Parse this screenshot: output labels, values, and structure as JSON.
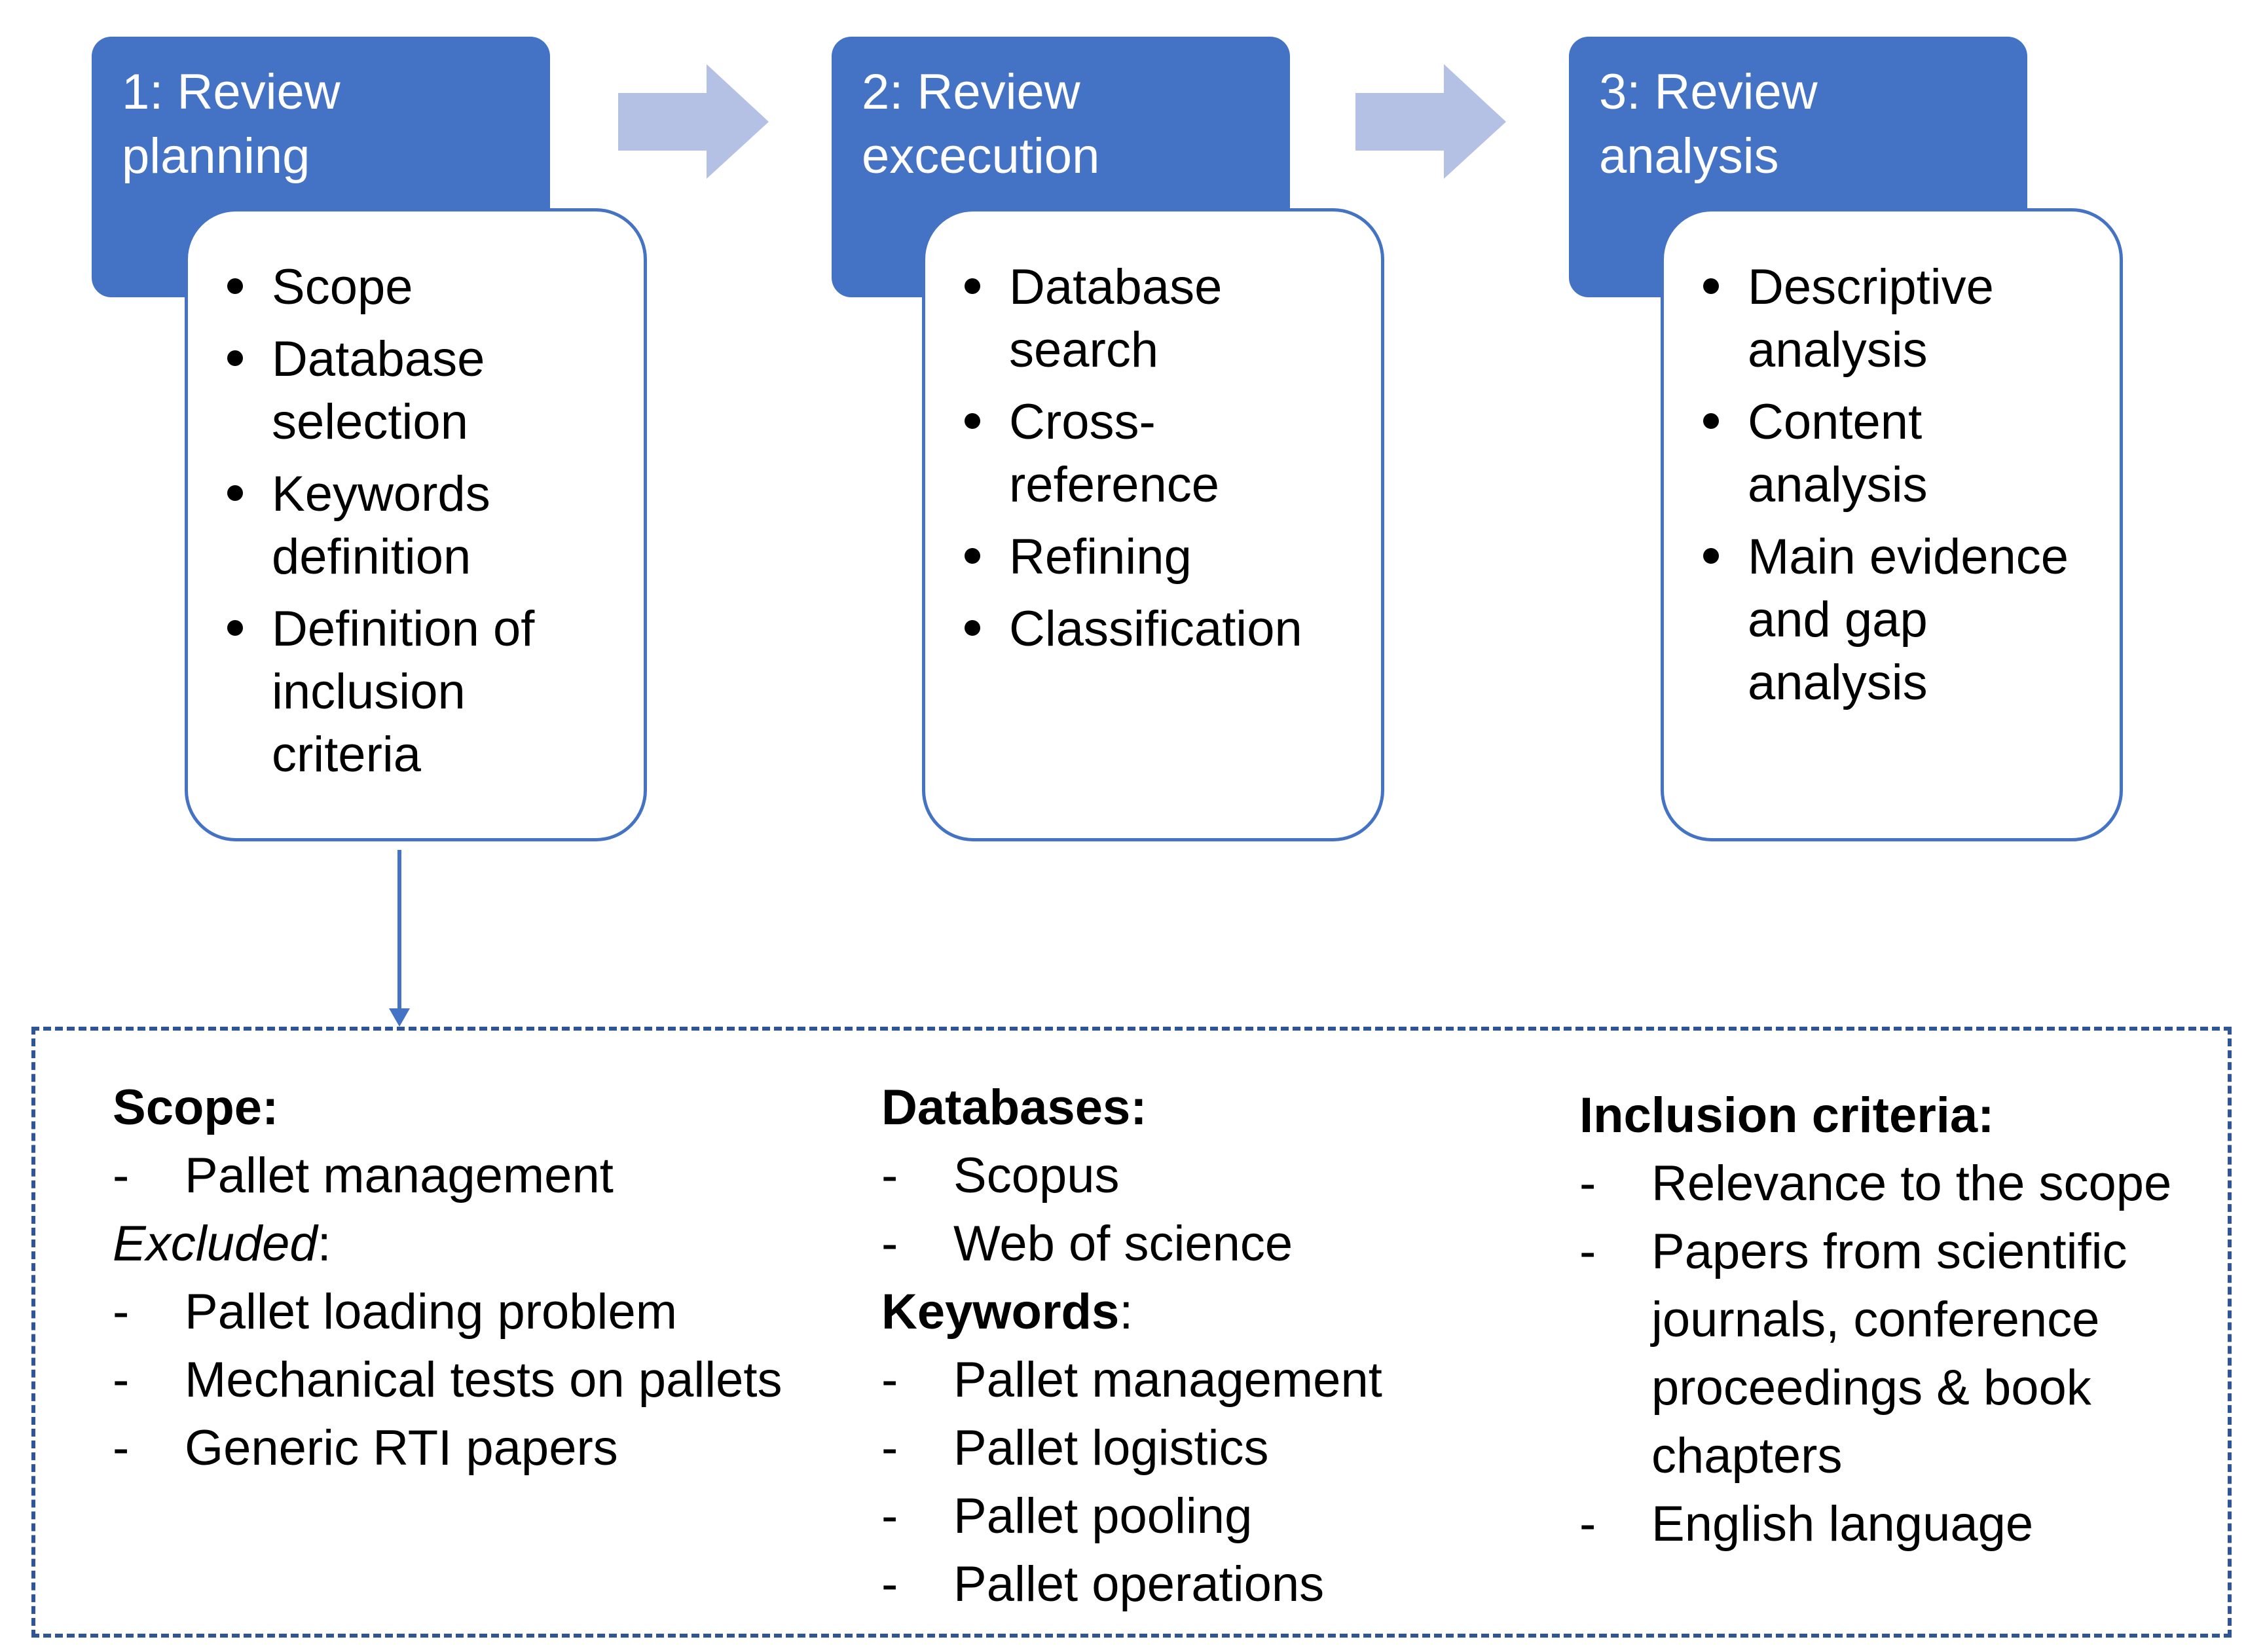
{
  "stages": [
    {
      "title_line1": "1: Review",
      "title_line2": "planning",
      "items": [
        "Scope",
        "Database selection",
        "Keywords definition",
        "Definition of inclusion criteria"
      ]
    },
    {
      "title_line1": "2: Review",
      "title_line2": "excecution",
      "items": [
        "Database search",
        "Cross-reference",
        "Refining",
        "Classification"
      ]
    },
    {
      "title_line1": "3: Review",
      "title_line2": "analysis",
      "items": [
        "Descriptive analysis",
        "Content analysis",
        "Main evidence and gap analysis"
      ]
    }
  ],
  "details": {
    "scope": {
      "heading": "Scope:",
      "items": [
        "Pallet management"
      ],
      "excluded_label": "Excluded",
      "excluded_suffix": ":",
      "excluded_items": [
        "Pallet loading problem",
        "Mechanical tests on pallets",
        "Generic RTI papers"
      ]
    },
    "databases": {
      "heading": "Databases:",
      "items": [
        "Scopus",
        "Web of science"
      ],
      "keywords_label": "Keywords",
      "keywords_suffix": ":",
      "keywords_items": [
        "Pallet management",
        "Pallet logistics",
        "Pallet pooling",
        "Pallet operations"
      ]
    },
    "inclusion": {
      "heading": "Inclusion criteria:",
      "items": [
        "Relevance to the scope",
        "Papers from scientific journals, conference proceedings & book chapters",
        "English language"
      ]
    }
  },
  "colors": {
    "stage_fill": "#4472c4",
    "arrow_fill": "#b4c1e4",
    "dashed_border": "#2f5597"
  }
}
